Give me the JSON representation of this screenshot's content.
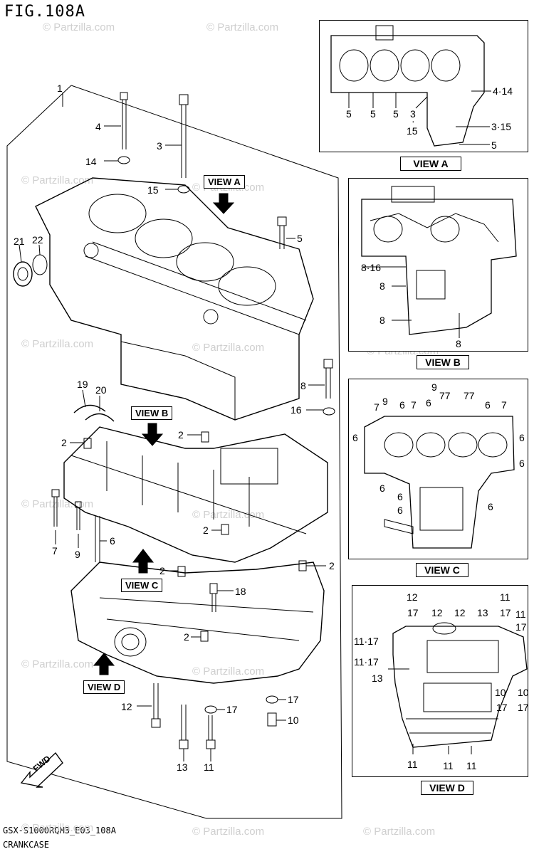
{
  "figure": {
    "title": "FIG.108A",
    "code": "GSX-S1000RQM3_E03_108A",
    "name": "CRANKCASE"
  },
  "watermark": "© Partzilla.com",
  "views": {
    "a": "VIEW A",
    "b": "VIEW B",
    "c": "VIEW C",
    "d": "VIEW D"
  },
  "callouts": {
    "main": {
      "p1": "1",
      "p2a": "2",
      "p2b": "2",
      "p2c": "2",
      "p2d": "2",
      "p2e": "2",
      "p2f": "2",
      "p3": "3",
      "p4": "4",
      "p5": "5",
      "p6": "6",
      "p7": "7",
      "p8": "8",
      "p9": "9",
      "p10": "10",
      "p11": "11",
      "p12": "12",
      "p13": "13",
      "p14": "14",
      "p15": "15",
      "p16": "16",
      "p17a": "17",
      "p17b": "17",
      "p18": "18",
      "p19": "19",
      "p20": "20",
      "p21": "21",
      "p22": "22"
    },
    "viewA": {
      "a1": "4·14",
      "a2": "5",
      "a3": "5",
      "a4": "5",
      "a5": "3",
      "a6": "·",
      "a7": "15",
      "a8": "3·15",
      "a9": "5"
    },
    "viewB": {
      "b1": "8·16",
      "b2": "8",
      "b3": "8",
      "b4": "8"
    },
    "viewC": {
      "c1": "9",
      "c2": "7",
      "c3": "9",
      "c4": "6",
      "c5": "7",
      "c6": "6",
      "c7": "77",
      "c8": "77",
      "c9": "6",
      "c10": "7",
      "c11": "6",
      "c12": "6",
      "c13": "6",
      "c14": "6",
      "c15": "6",
      "c16": "6",
      "c17": "6"
    },
    "viewD": {
      "d1": "12",
      "d2": "17",
      "d3": "12",
      "d4": "12",
      "d5": "13",
      "d6": "11",
      "d7": "17",
      "d8": "11",
      "d9": "17",
      "d10": "11·17",
      "d11": "11·17",
      "d12": "13",
      "d13": "10",
      "d14": "17",
      "d15": "10",
      "d16": "17",
      "d17": "11",
      "d18": "11",
      "d19": "11"
    }
  }
}
